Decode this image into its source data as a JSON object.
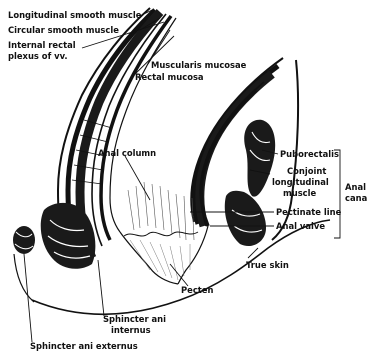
{
  "labels": {
    "longitudinal_smooth_muscle": "Longitudinal smooth muscle",
    "circular_smooth_muscle": "Circular smooth muscle",
    "internal_rectal_plexus_line1": "Internal rectal",
    "internal_rectal_plexus_line2": "plexus of vv.",
    "muscularis_mucosae": "Muscularis mucosae",
    "rectal_mucosa": "Rectal mucosa",
    "anal_column": "Anal column",
    "puborectalis": "Puborectalis",
    "conjoint_line1": "Conjoint",
    "conjoint_line2": "longitudinal",
    "conjoint_line3": "muscle",
    "anal_canal_line1": "Anal",
    "anal_canal_line2": "canal",
    "pectinate_line": "Pectinate line",
    "anal_valve": "Anal valve",
    "true_skin": "True skin",
    "pecten": "Pecten",
    "sphincter_internus_line1": "Sphincter ani",
    "sphincter_internus_line2": "internus",
    "sphincter_externus": "Sphincter ani externus"
  },
  "colors": {
    "ink": "#111111",
    "paper": "#ffffff",
    "muscle": "#1a1a1a"
  }
}
